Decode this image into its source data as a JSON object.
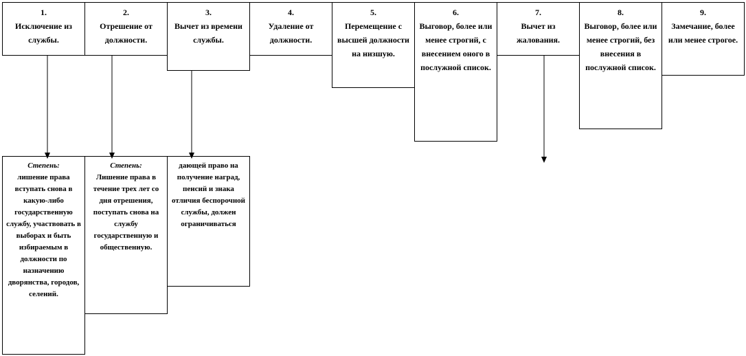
{
  "punishments": [
    {
      "num": "1.",
      "text": "Исключение из службы."
    },
    {
      "num": "2.",
      "text": "Отрешение от должности."
    },
    {
      "num": "3.",
      "text": "Вычет из времени службы."
    },
    {
      "num": "4.",
      "text": "Удаление от должности."
    },
    {
      "num": "5.",
      "text": "Перемещение с высшей должности на низшую."
    },
    {
      "num": "6.",
      "text": "Выговор, более или менее строгий, с внесением оного в послужной список."
    },
    {
      "num": "7.",
      "text": "Вычет из жалования."
    },
    {
      "num": "8.",
      "text": "Выговор, более или менее строгий, без внесения в послужной список."
    },
    {
      "num": "9.",
      "text": "Замечание, более или менее строгое."
    }
  ],
  "degrees": [
    {
      "label": "Степень:",
      "text": "лишение права вступать снова в какую-либо государственную службу, участвовать в выборах и быть избираемым в должности по назначению дворянства, городов, селений."
    },
    {
      "label": "Степень:",
      "text": "Лишение права в течение трех лет со дня отрешения, поступать снова на службу государственную и общественную."
    },
    {
      "label": "",
      "text": "дающей право на получение наград, пенсий и знака отличия беспорочной службы, должен ограничиваться"
    }
  ]
}
